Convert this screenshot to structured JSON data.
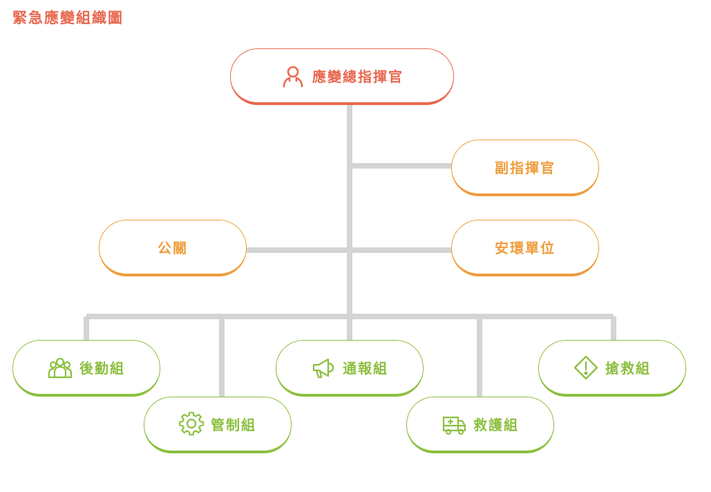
{
  "title": "緊急應變組織圖",
  "colors": {
    "commander": "#e8674e",
    "staff": "#ef9c3a",
    "group": "#8cbf3f",
    "connector": "#d4d4d4"
  },
  "commander": {
    "label": "應變總指揮官",
    "icon": "person-icon"
  },
  "staff": {
    "deputy": {
      "label": "副指揮官"
    },
    "pr": {
      "label": "公關"
    },
    "safety": {
      "label": "安環單位"
    }
  },
  "groups": {
    "logistics": {
      "label": "後勤組",
      "icon": "team-icon"
    },
    "control": {
      "label": "管制組",
      "icon": "gear-icon"
    },
    "notify": {
      "label": "通報組",
      "icon": "megaphone-icon"
    },
    "ambulance": {
      "label": "救護組",
      "icon": "ambulance-icon"
    },
    "rescue": {
      "label": "搶救組",
      "icon": "warning-icon"
    }
  }
}
